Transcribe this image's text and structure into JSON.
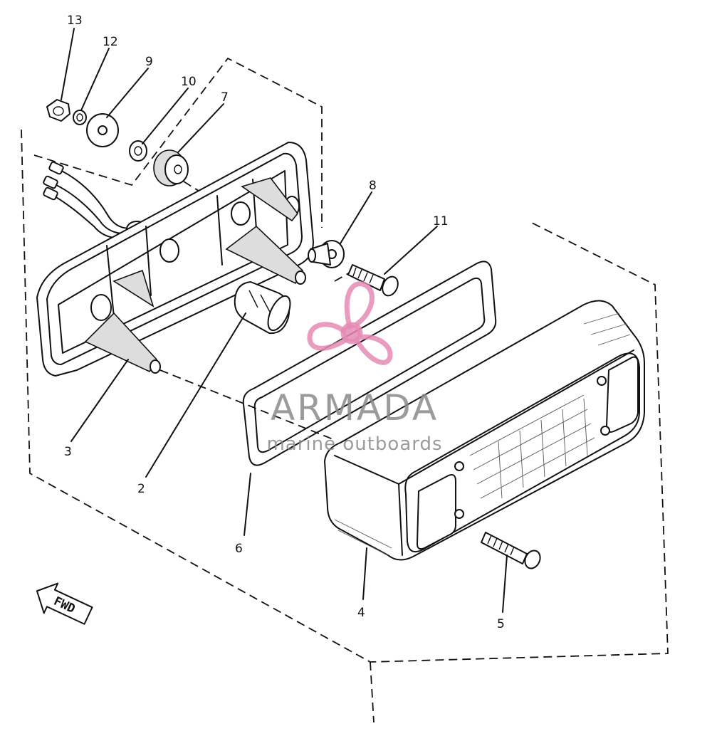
{
  "callouts": [
    {
      "id": "13",
      "label": "13"
    },
    {
      "id": "12",
      "label": "12"
    },
    {
      "id": "9",
      "label": "9"
    },
    {
      "id": "10",
      "label": "10"
    },
    {
      "id": "7",
      "label": "7"
    },
    {
      "id": "8",
      "label": "8"
    },
    {
      "id": "11",
      "label": "11"
    },
    {
      "id": "3",
      "label": "3"
    },
    {
      "id": "2",
      "label": "2"
    },
    {
      "id": "6",
      "label": "6"
    },
    {
      "id": "4",
      "label": "4"
    },
    {
      "id": "5",
      "label": "5"
    }
  ],
  "direction_marker": {
    "label": "FWD"
  },
  "watermark": {
    "brand": "ARMADA",
    "tagline": "marine outboards",
    "logo_color": "#e58bb5",
    "text_color": "#8a8a8a"
  },
  "line_color": "#111111",
  "background_color": "#ffffff"
}
